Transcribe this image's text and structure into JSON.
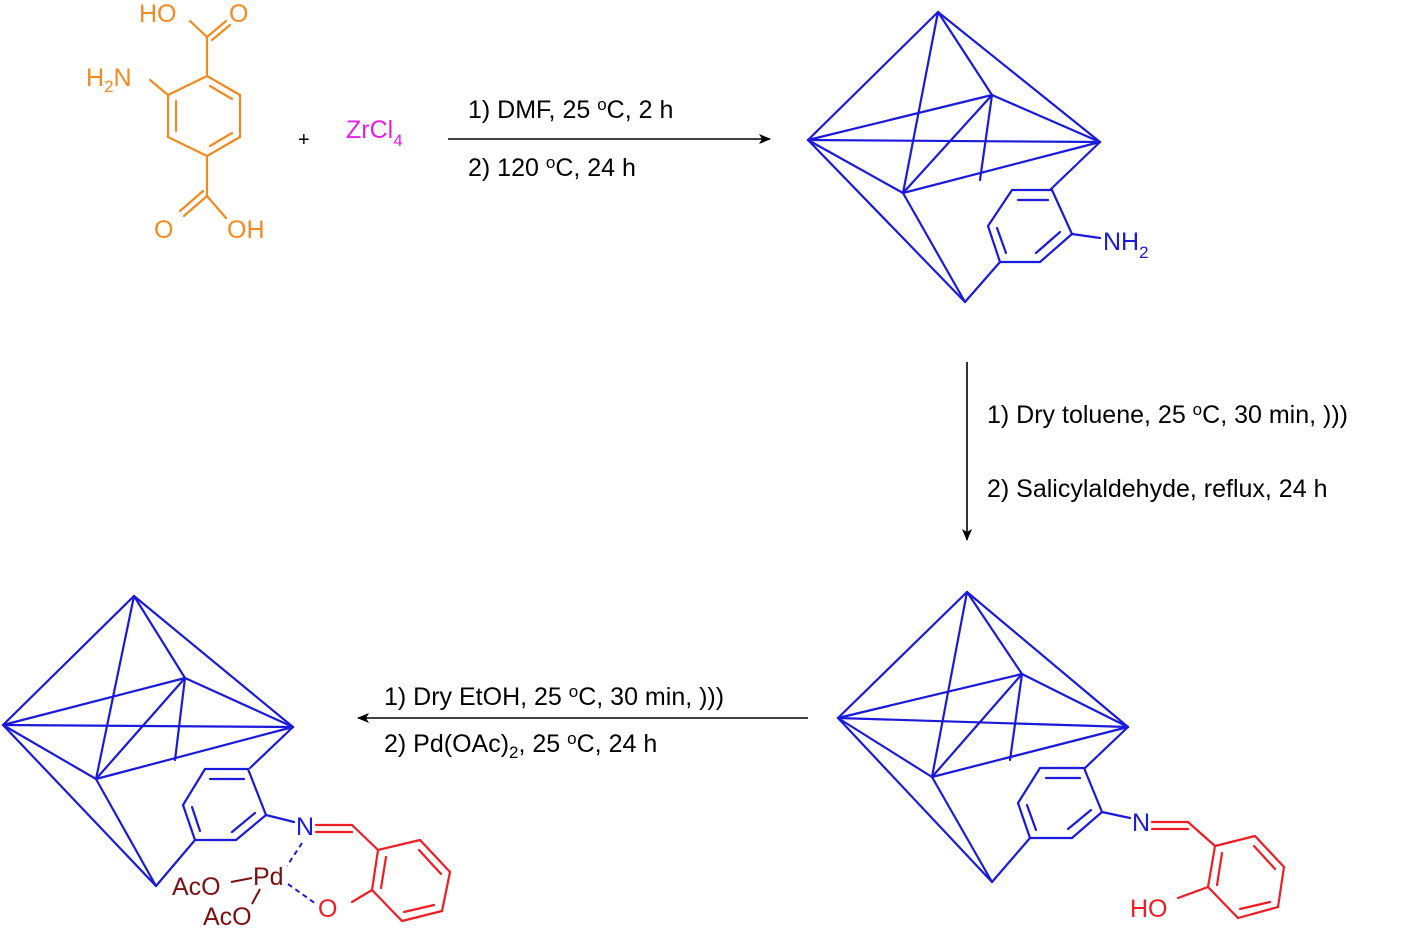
{
  "colors": {
    "linker": "#f28a1e",
    "metal_salt": "#e51ee5",
    "framework": "#1a1adb",
    "schiff_base": "#ef1c24",
    "palladium": "#7a1010",
    "text": "#000000"
  },
  "reactants": {
    "linker_ho_top": "HO",
    "linker_o_top": "O",
    "linker_h2n": "H",
    "linker_h2n_sub": "2",
    "linker_h2n_n": "N",
    "linker_o_bottom": "O",
    "linker_oh_bottom": "OH",
    "plus": "+",
    "zr_salt": "ZrCl",
    "zr_salt_sub": "4"
  },
  "step1": {
    "line1_a": "1) DMF, 25 ",
    "line1_sup": "o",
    "line1_b": "C, 2 h",
    "line2_a": "2) 120 ",
    "line2_sup": "o",
    "line2_b": "C, 24 h"
  },
  "product1": {
    "nh2_n": "NH",
    "nh2_sub": "2"
  },
  "step2": {
    "line1_a": "1) Dry toluene, 25 ",
    "line1_sup": "o",
    "line1_b": "C, 30 min, )))",
    "line2": "2) Salicylaldehyde, reflux, 24 h"
  },
  "product2": {
    "imine_n": "N",
    "ho": "HO"
  },
  "step3": {
    "line1_a": "1) Dry EtOH, 25 ",
    "line1_sup": "o",
    "line1_b": "C, 30 min, )))",
    "line2_a": "2) Pd(OAc)",
    "line2_sub": "2",
    "line2_b": ", 25 ",
    "line2_sup": "o",
    "line2_c": "C, 24 h"
  },
  "product3": {
    "imine_n": "N",
    "pd": "Pd",
    "aco1": "AcO",
    "aco2": "AcO",
    "o": "O"
  }
}
